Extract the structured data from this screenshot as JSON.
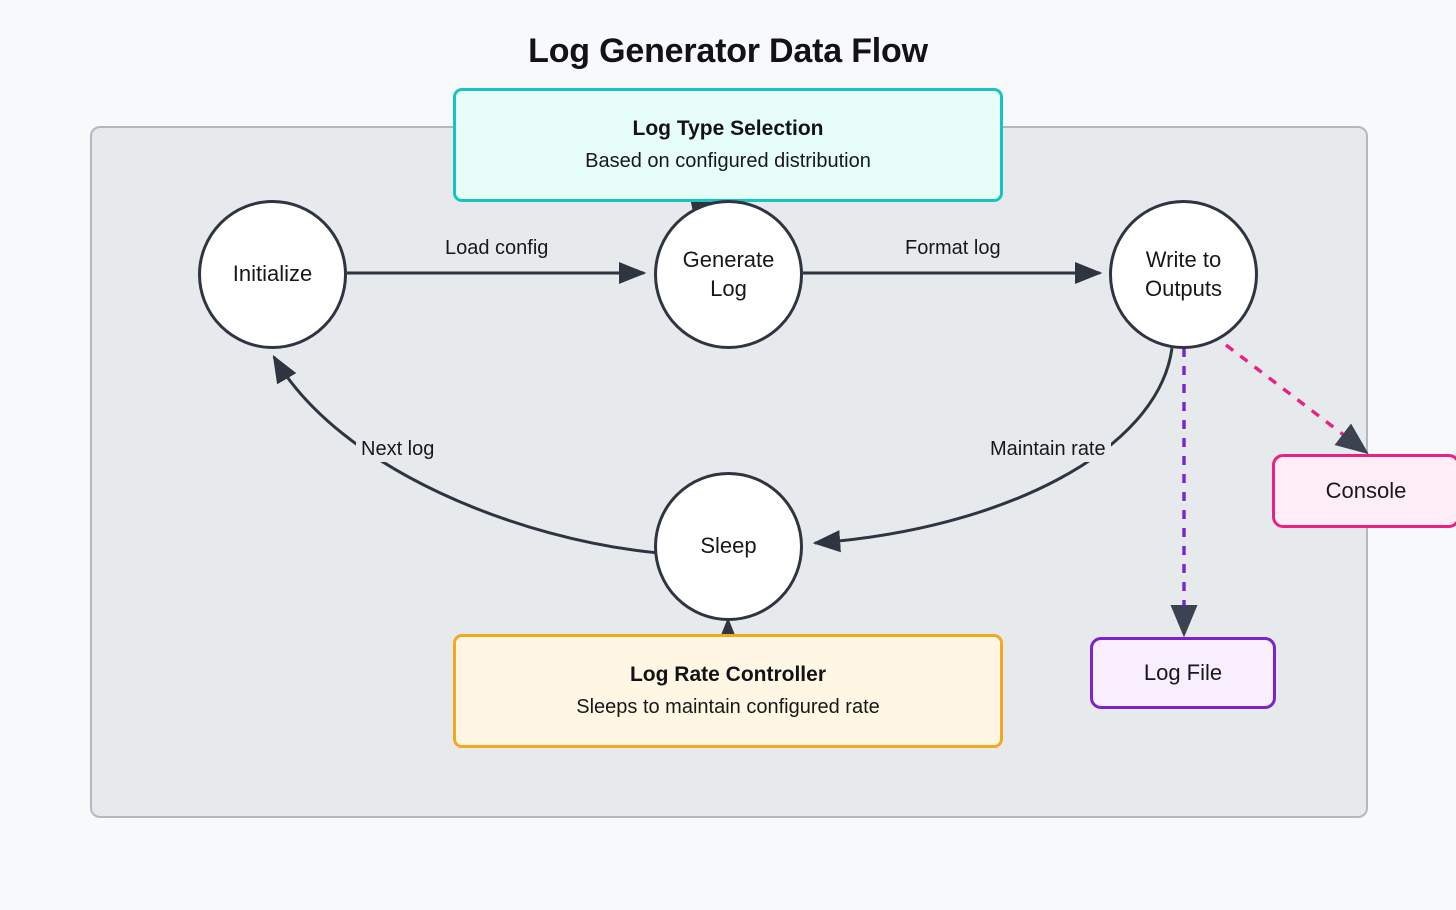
{
  "title": "Log Generator Data Flow",
  "colors": {
    "page_background": "#f7f9fa",
    "container_fill": "#e7eaed",
    "container_border": "#b2b9c1",
    "edge_stroke": "#2e3440",
    "node_fill": "#ffffff",
    "node_border": "#2e3440",
    "note_logtype_border": "#17c3c3",
    "note_logtype_fill": "#e7fdf7",
    "note_rate_border": "#f4a81d",
    "note_rate_fill": "#fff7e4",
    "console_border": "#ec1f84",
    "console_fill": "#fdeef5",
    "logfile_border": "#7d23ce",
    "logfile_fill": "#f8eefd"
  },
  "nodes": [
    {
      "id": "initialize",
      "label": "Initialize",
      "shape": "circle"
    },
    {
      "id": "generate-log",
      "label": "Generate Log",
      "shape": "circle"
    },
    {
      "id": "write-outputs",
      "label": "Write to Outputs",
      "shape": "circle"
    },
    {
      "id": "sleep",
      "label": "Sleep",
      "shape": "circle"
    },
    {
      "id": "console",
      "label": "Console",
      "shape": "rounded-rect"
    },
    {
      "id": "log-file",
      "label": "Log File",
      "shape": "rounded-rect"
    }
  ],
  "notes": {
    "log_type": {
      "title": "Log Type Selection",
      "subtitle": "Based on configured distribution"
    },
    "log_rate": {
      "title": "Log Rate Controller",
      "subtitle": "Sleeps to maintain configured rate"
    }
  },
  "edges": [
    {
      "from": "initialize",
      "to": "generate-log",
      "label": "Load config",
      "style": "solid"
    },
    {
      "from": "generate-log",
      "to": "write-outputs",
      "label": "Format log",
      "style": "solid"
    },
    {
      "from": "write-outputs",
      "to": "sleep",
      "label": "Maintain rate",
      "style": "solid-curve"
    },
    {
      "from": "sleep",
      "to": "initialize",
      "label": "Next log",
      "style": "solid-curve"
    },
    {
      "from": "write-outputs",
      "to": "console",
      "label": "",
      "style": "dashed-pink"
    },
    {
      "from": "write-outputs",
      "to": "log-file",
      "label": "",
      "style": "dashed-purple"
    },
    {
      "from": "log_type_note",
      "to": "generate-log",
      "label": "",
      "style": "solid-stub"
    },
    {
      "from": "log_rate_note",
      "to": "sleep",
      "label": "",
      "style": "solid-stub"
    }
  ],
  "edge_labels": {
    "load_config": "Load config",
    "format_log": "Format log",
    "maintain_rate": "Maintain rate",
    "next_log": "Next log"
  }
}
